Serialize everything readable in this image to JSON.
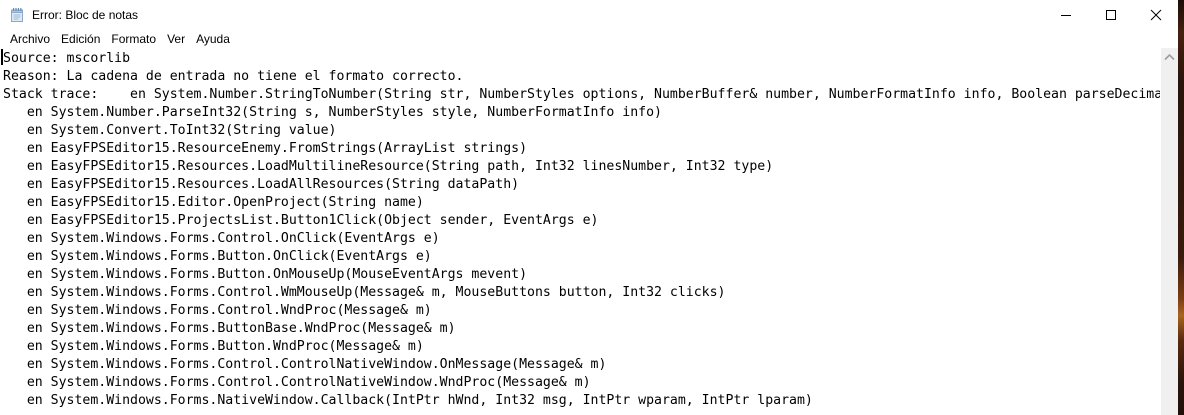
{
  "window": {
    "title": "Error: Bloc de notas",
    "app_icon": "notepad-icon",
    "controls": {
      "minimize_icon": "minimize-icon",
      "maximize_icon": "maximize-icon",
      "close_icon": "close-icon"
    }
  },
  "menubar": {
    "items": [
      "Archivo",
      "Edición",
      "Formato",
      "Ver",
      "Ayuda"
    ]
  },
  "editor": {
    "lines": [
      "Source: mscorlib",
      "Reason: La cadena de entrada no tiene el formato correcto.",
      "Stack trace:    en System.Number.StringToNumber(String str, NumberStyles options, NumberBuffer& number, NumberFormatInfo info, Boolean parseDecimal)",
      "   en System.Number.ParseInt32(String s, NumberStyles style, NumberFormatInfo info)",
      "   en System.Convert.ToInt32(String value)",
      "   en EasyFPSEditor15.ResourceEnemy.FromStrings(ArrayList strings)",
      "   en EasyFPSEditor15.Resources.LoadMultilineResource(String path, Int32 linesNumber, Int32 type)",
      "   en EasyFPSEditor15.Resources.LoadAllResources(String dataPath)",
      "   en EasyFPSEditor15.Editor.OpenProject(String name)",
      "   en EasyFPSEditor15.ProjectsList.Button1Click(Object sender, EventArgs e)",
      "   en System.Windows.Forms.Control.OnClick(EventArgs e)",
      "   en System.Windows.Forms.Button.OnClick(EventArgs e)",
      "   en System.Windows.Forms.Button.OnMouseUp(MouseEventArgs mevent)",
      "   en System.Windows.Forms.Control.WmMouseUp(Message& m, MouseButtons button, Int32 clicks)",
      "   en System.Windows.Forms.Control.WndProc(Message& m)",
      "   en System.Windows.Forms.ButtonBase.WndProc(Message& m)",
      "   en System.Windows.Forms.Button.WndProc(Message& m)",
      "   en System.Windows.Forms.Control.ControlNativeWindow.OnMessage(Message& m)",
      "   en System.Windows.Forms.Control.ControlNativeWindow.WndProc(Message& m)",
      "   en System.Windows.Forms.NativeWindow.Callback(IntPtr hWnd, Int32 msg, IntPtr wparam, IntPtr lparam)"
    ]
  },
  "scrollbar": {
    "up_arrow_icon": "chevron-up-icon"
  },
  "colors": {
    "titlebar_bg": "#ffffff",
    "text": "#000000",
    "scrollbar_track": "#f0f0f0",
    "scrollbar_arrow": "#9d9d9d",
    "backdrop_brown": "#3a1b0c",
    "backdrop_orange": "#a8641f"
  }
}
